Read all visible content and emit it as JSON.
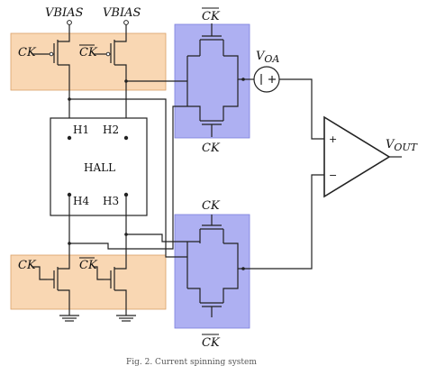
{
  "colors": {
    "orange_fill": "#F9D7B3",
    "orange_stroke": "#D9A066",
    "blue_fill": "#AEB0F2",
    "blue_stroke": "#7A7EDD",
    "wire": "#222222"
  },
  "labels": {
    "vbias_1": "VBIAS",
    "vbias_2": "VBIAS",
    "ck_top_1": "CK",
    "ck_top_2": "CK",
    "ck_bot_1": "CK",
    "ck_bot_2": "CK",
    "switch_top_label_top": "CK",
    "switch_top_label_bottom": "CK",
    "switch_bot_label_top": "CK",
    "switch_bot_label_bottom": "CK",
    "voa": "V",
    "voa_sub": "OA",
    "vout": "V",
    "vout_sub": "OUT",
    "plus": "+",
    "minus": "−"
  },
  "hall": {
    "title": "HALL",
    "h1": "H1",
    "h2": "H2",
    "h3": "H3",
    "h4": "H4"
  },
  "caption": "Fig. 2. Current spinning system"
}
